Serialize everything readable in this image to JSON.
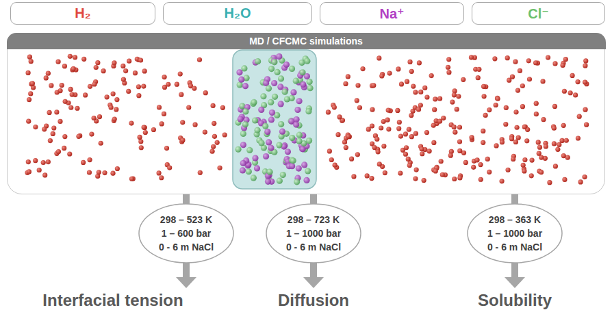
{
  "diagram": {
    "nodes": [
      {
        "text": [
          "H₂"
        ]
      },
      {
        "text": [
          "H₂O"
        ]
      },
      {
        "text": [
          "Na⁺"
        ]
      },
      {
        "text": [
          "Cl⁻"
        ]
      },
      {
        "text": [
          "MD / CFCMC simulations"
        ]
      },
      {
        "text": [
          "298 – 523 K",
          "1 – 600 bar",
          "0 - 6 m NaCl"
        ]
      },
      {
        "text": [
          "298 – 723 K",
          "1 – 1000 bar",
          "0 - 6 m NaCl"
        ]
      },
      {
        "text": [
          "298 – 363 K",
          "1 – 1000 bar",
          "0 - 6 m NaCl"
        ]
      }
    ],
    "edges": [
      {
        "from": 4,
        "to": 5,
        "arrow": "none"
      },
      {
        "from": 4,
        "to": 6,
        "arrow": "none"
      },
      {
        "from": 4,
        "to": 7,
        "arrow": "none"
      }
    ],
    "labels": [
      "Interfacial tension",
      "Diffusion",
      "Solubility"
    ]
  }
}
